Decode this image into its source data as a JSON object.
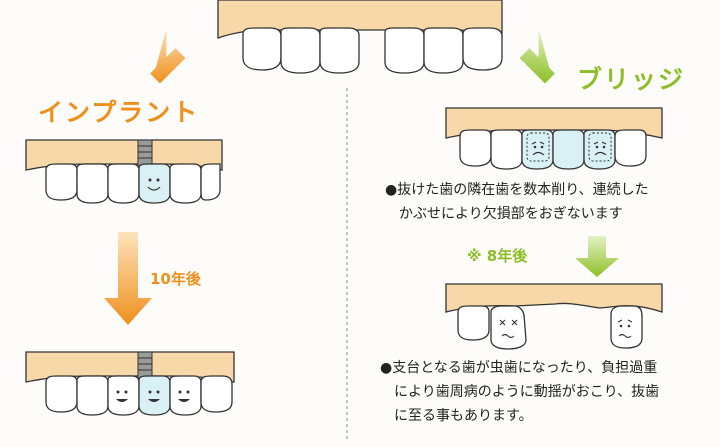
{
  "colors": {
    "orange": "#f0901c",
    "green": "#8cbf26",
    "gum": "#f8d7a8",
    "tooth": "#ffffff",
    "outline": "#333333",
    "implant": "#9a9a9a",
    "tooth_tint": "#d9f0f4"
  },
  "implant": {
    "title": "インプラント",
    "arrow_label": "10年後"
  },
  "bridge": {
    "title": "ブリッジ",
    "desc_lines": [
      "抜けた歯の隣在歯を数本削り、連続した",
      "かぶせにより欠損部をおぎないます"
    ],
    "after_label": "※ 8年後",
    "result_lines": [
      "支台となる歯が虫歯になったり、負担過重",
      "により歯周病のように動揺がおこり、抜歯",
      "に至る事もあります。"
    ]
  },
  "bullet": "●"
}
